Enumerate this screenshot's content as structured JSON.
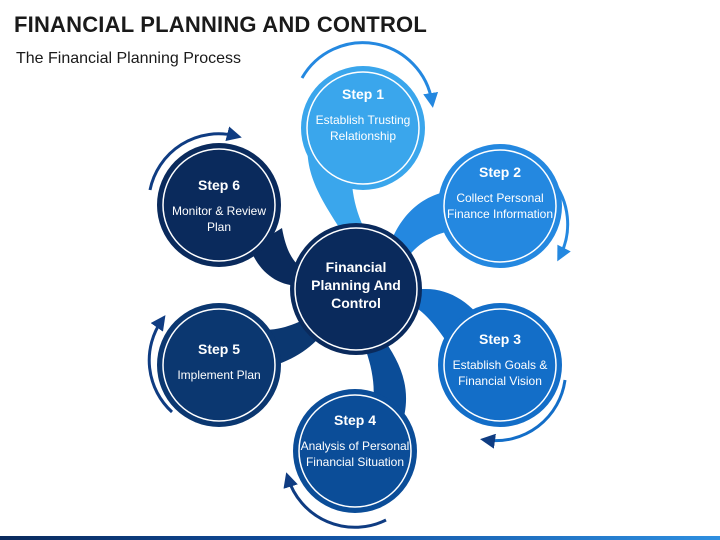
{
  "header": {
    "title": "FINANCIAL PLANNING AND CONTROL",
    "subtitle": "The Financial Planning Process"
  },
  "center": {
    "label": "Financial Planning And Control"
  },
  "steps": [
    {
      "step": "Step 1",
      "text": "Establish Trusting Relationship",
      "color": "#3aa6ec"
    },
    {
      "step": "Step 2",
      "text": "Collect Personal Finance Information",
      "color": "#2488e0"
    },
    {
      "step": "Step 3",
      "text": "Establish Goals & Financial Vision",
      "color": "#136ec8"
    },
    {
      "step": "Step 4",
      "text": "Analysis of Personal Financial Situation",
      "color": "#0b4d98"
    },
    {
      "step": "Step 5",
      "text": "Implement Plan",
      "color": "#0b3770"
    },
    {
      "step": "Step 6",
      "text": "Monitor & Review Plan",
      "color": "#0a2a5c"
    }
  ],
  "colors": {
    "center": "#0a2a5c",
    "arrow": "#0f3c82"
  }
}
